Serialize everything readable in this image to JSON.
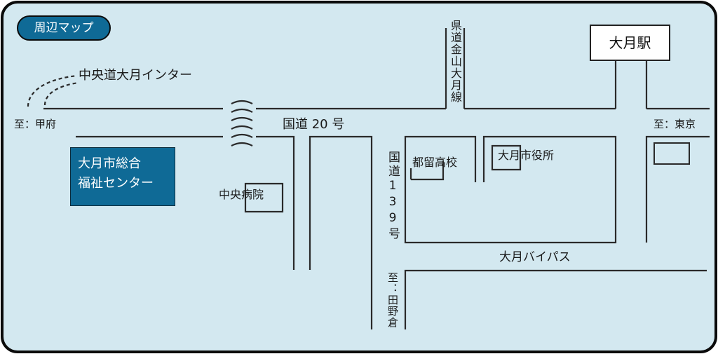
{
  "map": {
    "title": "周辺マップ",
    "colors": {
      "background": "#d3e8f0",
      "accent": "#0f6a96",
      "border": "#0b0b0b",
      "road_line": "#2a2a2a"
    },
    "labels": {
      "interchange": "中央道大月インター",
      "to_kofu": "至：甲府",
      "route20": "国道 20 号",
      "prefectural_road": "県道金山大月線",
      "station": "大月駅",
      "to_tokyo": "至：東京",
      "welfare_center_line1": "大月市総合",
      "welfare_center_line2": "福祉センター",
      "hospital": "中央病院",
      "route139": "国道139号",
      "tsuru_high_school": "都留高校",
      "city_hall": "大月市役所",
      "bypass": "大月バイパス",
      "to_tanokura": "至：田野倉"
    }
  }
}
